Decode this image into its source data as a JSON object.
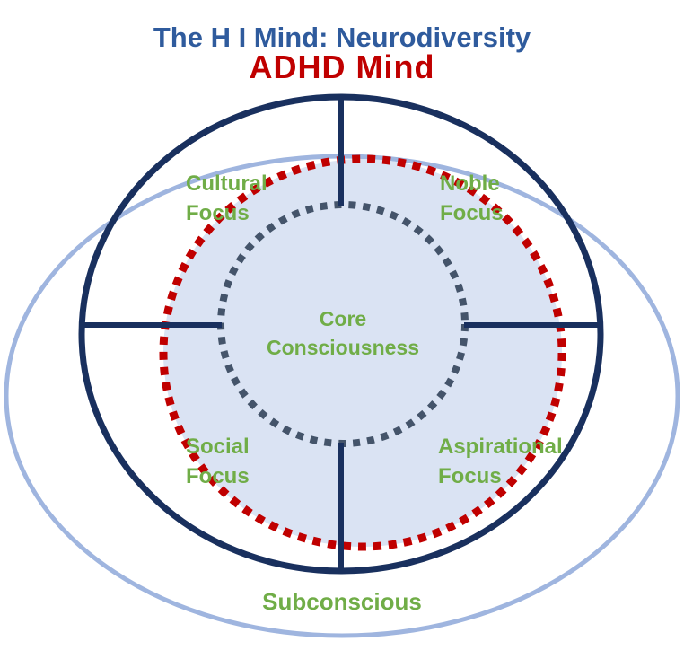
{
  "header": {
    "title": "The H I Mind: Neurodiversity",
    "subtitle": "ADHD Mind"
  },
  "diagram": {
    "quadrant_labels": {
      "top_left": {
        "line1": "Cultural",
        "line2": "Focus"
      },
      "top_right": {
        "line1": "Noble",
        "line2": "Focus"
      },
      "bottom_left": {
        "line1": "Social",
        "line2": "Focus"
      },
      "bottom_right": {
        "line1": "Aspirational",
        "line2": "Focus"
      }
    },
    "center_label": {
      "line1": "Core",
      "line2": "Consciousness"
    },
    "outer_label": "Subconscious"
  },
  "colors": {
    "title_blue": "#2F5B9D",
    "subtitle_red": "#C00000",
    "label_green": "#70AD47",
    "outer_ellipse_light_blue": "#9FB5DF",
    "mind_circle_navy": "#19305E",
    "adhd_dotted_red": "#C00000",
    "core_dotted_gray": "#44546A",
    "inner_fill_light_blue": "#DAE3F3"
  }
}
